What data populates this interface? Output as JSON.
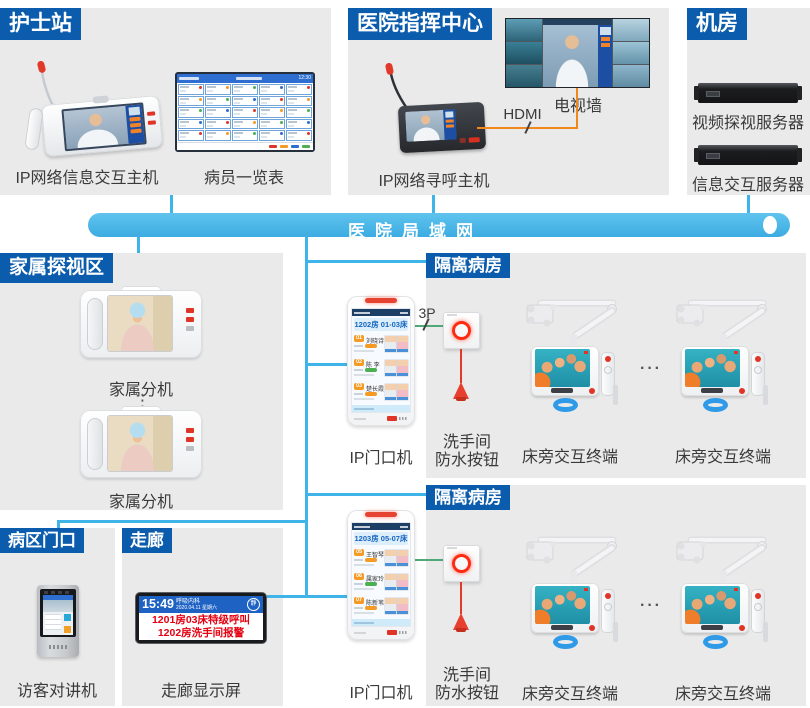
{
  "colors": {
    "tag_blue": "#0b5cac",
    "bus_cyan": "#45b6e8",
    "wire_cyan": "#3fb4e8",
    "wire_green": "#4fa878",
    "wire_orange": "#f2881c",
    "alert_red": "#e50011"
  },
  "lan": {
    "label": "医院局域网"
  },
  "nurse_station": {
    "label": "护士站",
    "host_caption": "IP网络信息交互主机",
    "board_caption": "病员一览表",
    "board_time": "12:30"
  },
  "command_center": {
    "label": "医院指挥中心",
    "console_caption": "IP网络寻呼主机",
    "tv_caption": "电视墙",
    "hdmi_label": "HDMI"
  },
  "server_room": {
    "label": "机房",
    "server1_caption": "视频探视服务器",
    "server2_caption": "信息交互服务器"
  },
  "family_area": {
    "label": "家属探视区",
    "ext_caption": "家属分机",
    "dots": "⋮"
  },
  "entrance": {
    "label": "病区门口",
    "caption": "访客对讲机"
  },
  "corridor": {
    "label": "走廊",
    "caption": "走廊显示屏",
    "display": {
      "time": "15:49",
      "dept": "呼吸内科",
      "date": "2020.04.11 星期六",
      "mute": "静",
      "alert1": "1201房03床特级呼叫",
      "alert2": "1202房洗手间报警"
    }
  },
  "ward1": {
    "label": "隔离病房",
    "wire_label": "3P",
    "door_caption": "IP门口机",
    "door_title": "1202房 01-03床",
    "rows": [
      {
        "num": "01",
        "name": "刘晓诗"
      },
      {
        "num": "02",
        "name": "陈 李"
      },
      {
        "num": "03",
        "name": "楚长霞"
      }
    ],
    "btn_caption1": "洗手间",
    "btn_caption2": "防水按钮",
    "bed_caption": "床旁交互终端",
    "dots": "···"
  },
  "ward2": {
    "label": "隔离病房",
    "door_caption": "IP门口机",
    "door_title": "1203房 05-07床",
    "rows": [
      {
        "num": "05",
        "name": "王智琴"
      },
      {
        "num": "06",
        "name": "属家玲"
      },
      {
        "num": "07",
        "name": "陈新苇"
      }
    ],
    "btn_caption1": "洗手间",
    "btn_caption2": "防水按钮",
    "bed_caption": "床旁交互终端",
    "dots": "···"
  }
}
